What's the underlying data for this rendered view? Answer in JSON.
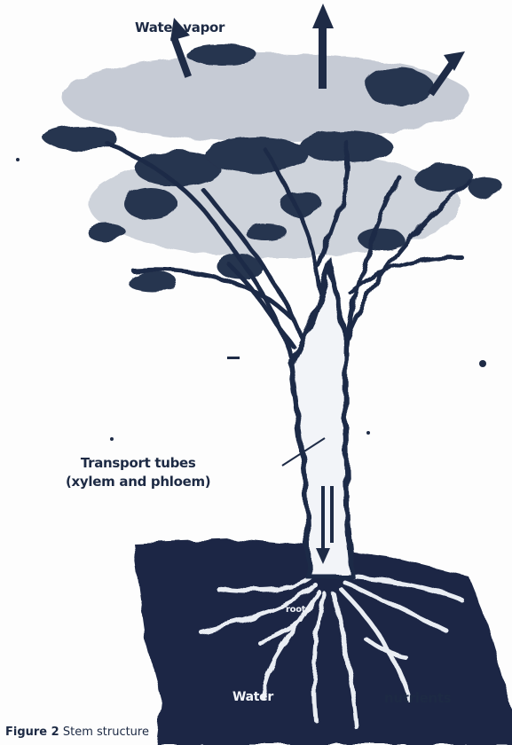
{
  "labels": {
    "water_vapor": "Water vapor",
    "transport_line1": "Transport tubes",
    "transport_line2": "(xylem and phloem)",
    "roots": "roots",
    "water": "Water",
    "nutrients": "nutrients"
  },
  "caption": {
    "prefix": "Figure 2",
    "text": "Stem structure"
  },
  "colors": {
    "ink": "#1d2a44",
    "soil": "#1b2844",
    "foliage": "#26344f",
    "paper": "#ffffff"
  },
  "icons": [
    "up-arrow-icon",
    "down-arrow-icon"
  ]
}
